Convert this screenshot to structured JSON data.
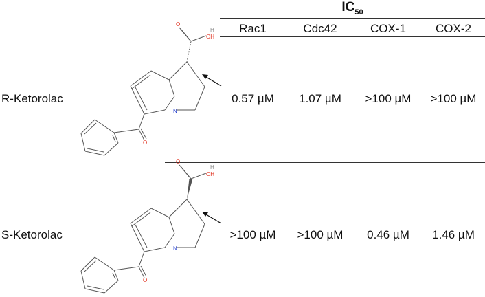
{
  "table": {
    "title": "IC",
    "title_sub": "50",
    "columns": [
      "Rac1",
      "Cdc42",
      "COX-1",
      "COX-2"
    ],
    "rows": [
      {
        "compound": "R-Ketorolac",
        "values": [
          "0.57 µM",
          "1.07 µM",
          ">100 µM",
          ">100 µM"
        ]
      },
      {
        "compound": "S-Ketorolac",
        "values": [
          ">100 µM",
          ">100 µM",
          "0.46 µM",
          "1.46 µM"
        ]
      }
    ]
  },
  "structure_labels": {
    "oxygen": "O",
    "oxygen_h": "OH",
    "hydrogen": "H",
    "nitrogen": "N"
  },
  "colors": {
    "oxygen": "#e0301e",
    "nitrogen": "#1f3bd0",
    "hydroxyl_h": "#8a8a8a",
    "bond": "#555555"
  }
}
